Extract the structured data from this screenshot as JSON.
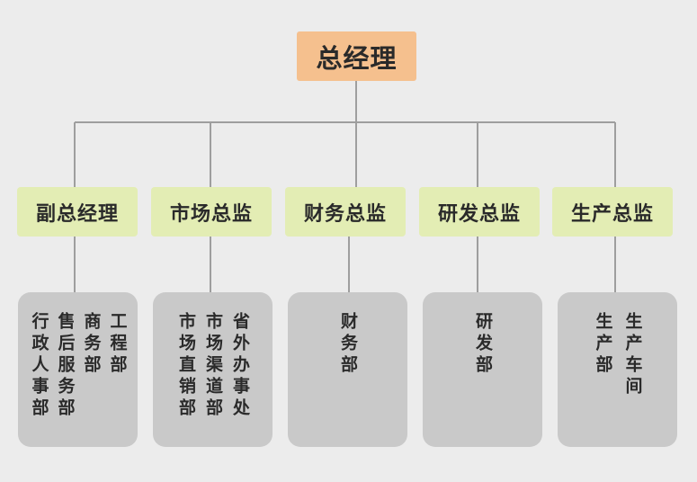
{
  "ceo": {
    "label": "总经理"
  },
  "colors": {
    "ceo_fill": "#f5c08e",
    "director_fill": "#e3edb4",
    "department_fill": "#c9c9c9",
    "line": "#9e9e9e"
  },
  "directors": [
    {
      "label": "副总经理",
      "departments": [
        "工程部",
        "商务部",
        "售后服务部",
        "行政人事部"
      ]
    },
    {
      "label": "市场总监",
      "departments": [
        "省外办事处",
        "市场渠道部",
        "市场直销部"
      ]
    },
    {
      "label": "财务总监",
      "departments": [
        "财务部"
      ]
    },
    {
      "label": "研发总监",
      "departments": [
        "研发部"
      ]
    },
    {
      "label": "生产总监",
      "departments": [
        "生产车间",
        "生产部"
      ]
    }
  ]
}
